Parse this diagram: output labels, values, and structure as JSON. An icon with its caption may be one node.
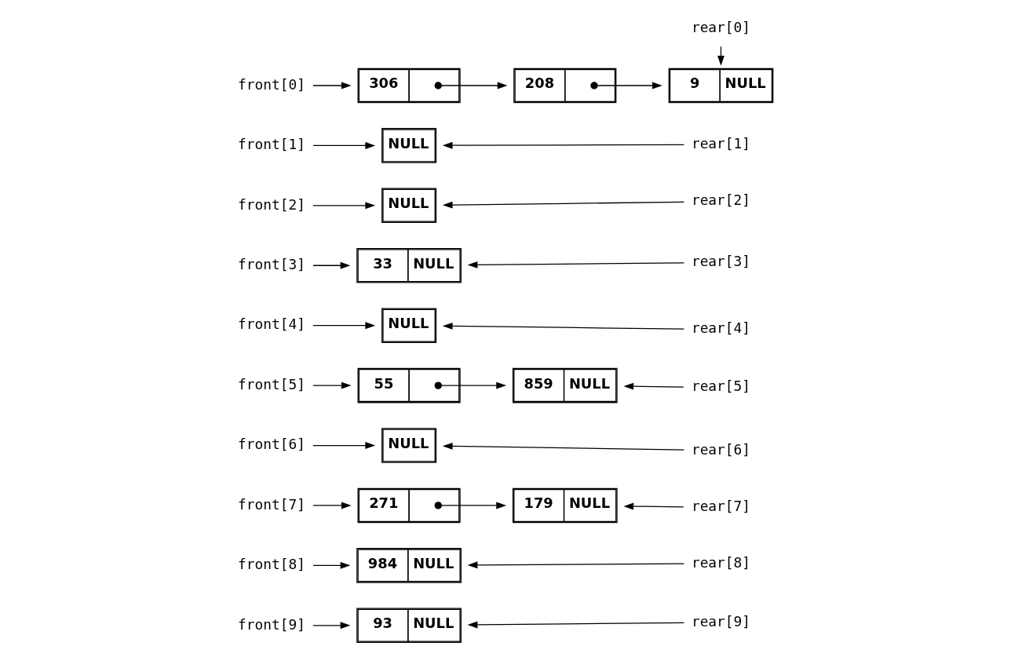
{
  "diagram": {
    "nodes": [
      {
        "text": [
          "front[0]"
        ]
      },
      {
        "text": [
          "306"
        ]
      },
      {
        "text": [
          "208"
        ]
      },
      {
        "text": [
          "9",
          "NULL"
        ]
      },
      {
        "text": [
          "rear[0]"
        ]
      },
      {
        "text": [
          "front[1]"
        ]
      },
      {
        "text": [
          "NULL"
        ]
      },
      {
        "text": [
          "rear[1]"
        ]
      },
      {
        "text": [
          "front[2]"
        ]
      },
      {
        "text": [
          "NULL"
        ]
      },
      {
        "text": [
          "rear[2]"
        ]
      },
      {
        "text": [
          "front[3]"
        ]
      },
      {
        "text": [
          "33",
          "NULL"
        ]
      },
      {
        "text": [
          "rear[3]"
        ]
      },
      {
        "text": [
          "front[4]"
        ]
      },
      {
        "text": [
          "NULL"
        ]
      },
      {
        "text": [
          "rear[4]"
        ]
      },
      {
        "text": [
          "front[5]"
        ]
      },
      {
        "text": [
          "55"
        ]
      },
      {
        "text": [
          "859",
          "NULL"
        ]
      },
      {
        "text": [
          "rear[5]"
        ]
      },
      {
        "text": [
          "front[6]"
        ]
      },
      {
        "text": [
          "NULL"
        ]
      },
      {
        "text": [
          "rear[6]"
        ]
      },
      {
        "text": [
          "front[7]"
        ]
      },
      {
        "text": [
          "271"
        ]
      },
      {
        "text": [
          "179",
          "NULL"
        ]
      },
      {
        "text": [
          "rear[7]"
        ]
      },
      {
        "text": [
          "front[8]"
        ]
      },
      {
        "text": [
          "984",
          "NULL"
        ]
      },
      {
        "text": [
          "rear[8]"
        ]
      },
      {
        "text": [
          "front[9]"
        ]
      },
      {
        "text": [
          "93",
          "NULL"
        ]
      },
      {
        "text": [
          "rear[9]"
        ]
      }
    ],
    "edges": [
      {
        "from": 0,
        "to": 1,
        "arrow": "to"
      },
      {
        "from": 1,
        "to": 2,
        "arrow": "to"
      },
      {
        "from": 2,
        "to": 3,
        "arrow": "to"
      },
      {
        "from": 4,
        "to": 3,
        "arrow": "to"
      },
      {
        "from": 5,
        "to": 6,
        "arrow": "to"
      },
      {
        "from": 7,
        "to": 6,
        "arrow": "to"
      },
      {
        "from": 8,
        "to": 9,
        "arrow": "to"
      },
      {
        "from": 10,
        "to": 9,
        "arrow": "to"
      },
      {
        "from": 11,
        "to": 12,
        "arrow": "to"
      },
      {
        "from": 13,
        "to": 12,
        "arrow": "to"
      },
      {
        "from": 14,
        "to": 15,
        "arrow": "to"
      },
      {
        "from": 16,
        "to": 15,
        "arrow": "to"
      },
      {
        "from": 17,
        "to": 18,
        "arrow": "to"
      },
      {
        "from": 18,
        "to": 19,
        "arrow": "to"
      },
      {
        "from": 20,
        "to": 19,
        "arrow": "to"
      },
      {
        "from": 21,
        "to": 22,
        "arrow": "to"
      },
      {
        "from": 23,
        "to": 22,
        "arrow": "to"
      },
      {
        "from": 24,
        "to": 25,
        "arrow": "to"
      },
      {
        "from": 25,
        "to": 26,
        "arrow": "to"
      },
      {
        "from": 27,
        "to": 26,
        "arrow": "to"
      },
      {
        "from": 28,
        "to": 29,
        "arrow": "to"
      },
      {
        "from": 30,
        "to": 29,
        "arrow": "to"
      },
      {
        "from": 31,
        "to": 32,
        "arrow": "to"
      },
      {
        "from": 33,
        "to": 32,
        "arrow": "to"
      }
    ]
  }
}
